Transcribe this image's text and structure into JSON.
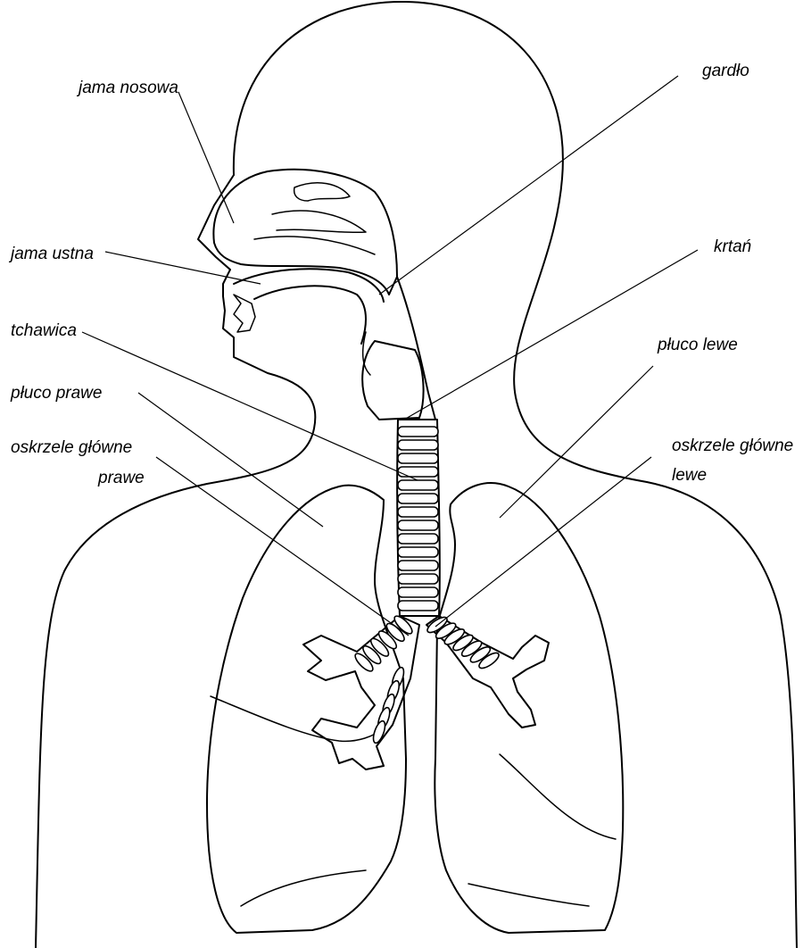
{
  "labels": {
    "jama_nosowa": "jama nosowa",
    "gardlo": "gardło",
    "jama_ustna": "jama ustna",
    "krtan": "krtań",
    "tchawica": "tchawica",
    "pluco_lewe": "płuco lewe",
    "pluco_prawe": "płuco prawe",
    "oskrzele_prawe_line1": "oskrzele główne",
    "oskrzele_prawe_line2": "prawe",
    "oskrzele_lewe_line1": "oskrzele główne",
    "oskrzele_lewe_line2": "lewe"
  },
  "colors": {
    "stroke": "#000000",
    "background": "#ffffff"
  }
}
